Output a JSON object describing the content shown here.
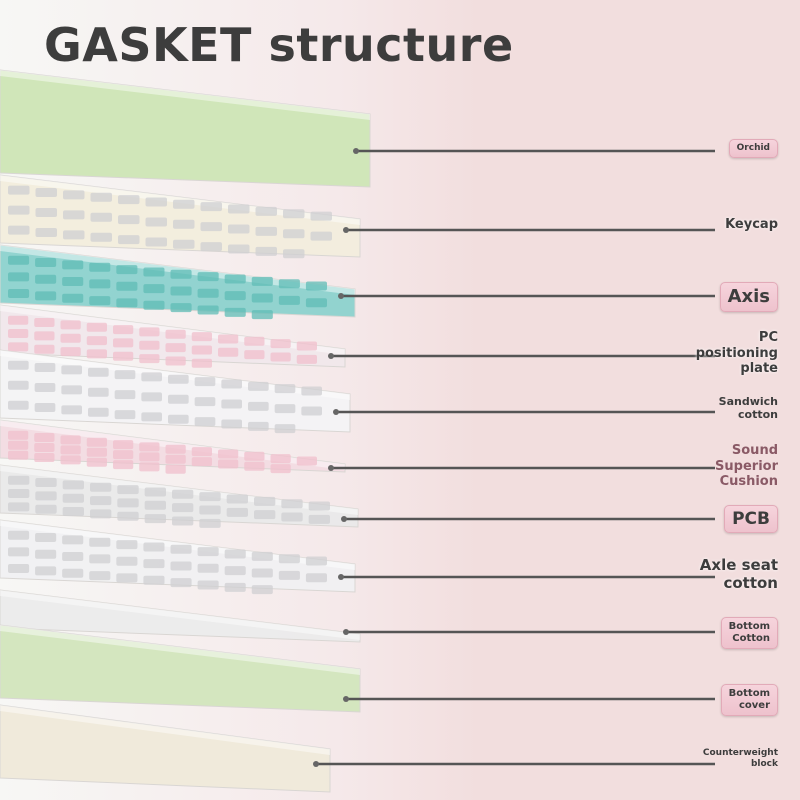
{
  "title": "GASKET structure",
  "layers": [
    {
      "id": "orchid",
      "text": "Orchid",
      "color": "#cfe6b8"
    },
    {
      "id": "keycap",
      "text": "Keycap",
      "color": "#f3eede"
    },
    {
      "id": "axis",
      "text": "Axis",
      "color": "#8fd3cf"
    },
    {
      "id": "pcplate",
      "text": "PC\npositioning\nplate",
      "color": "#f1e8ec"
    },
    {
      "id": "sandwich",
      "text": "Sandwich\ncotton",
      "color": "#f4f4f6"
    },
    {
      "id": "sound",
      "text": "Sound\nSuperior\nCushion",
      "color": "#f3dde3"
    },
    {
      "id": "pcb",
      "text": "PCB",
      "color": "#eaeaea"
    },
    {
      "id": "axle",
      "text": "Axle seat\ncotton",
      "color": "#f1f1f3"
    },
    {
      "id": "bottomc",
      "text": "Bottom\nCotton",
      "color": "#ececec"
    },
    {
      "id": "cover",
      "text": "Bottom\ncover",
      "color": "#d3e6be"
    },
    {
      "id": "weight",
      "text": "Counterweight\nblock",
      "color": "#f0eadb"
    }
  ],
  "colors": {
    "line": "#555555",
    "label_box": "#f0c8d2",
    "text": "#3d3d3d",
    "bg_light": "#f7f7f5",
    "bg_pink": "#f2dede"
  }
}
